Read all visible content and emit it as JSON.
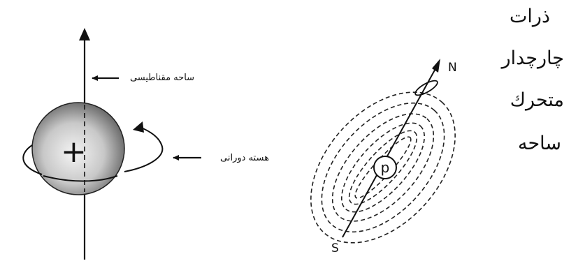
{
  "side_words": [
    "ذرات",
    "چارچدار",
    "متحرك",
    "ساحه"
  ],
  "left_figure": {
    "field_label": "ساحه مقناطیسی",
    "spin_label": "هسته دورانی",
    "plus_sign": "+"
  },
  "right_figure": {
    "north_label": "N",
    "south_label": "S",
    "proton_label": "p"
  },
  "colors": {
    "ink": "#111111",
    "sphere_light": "#f2f2f2",
    "sphere_dark": "#5a5a5a"
  }
}
